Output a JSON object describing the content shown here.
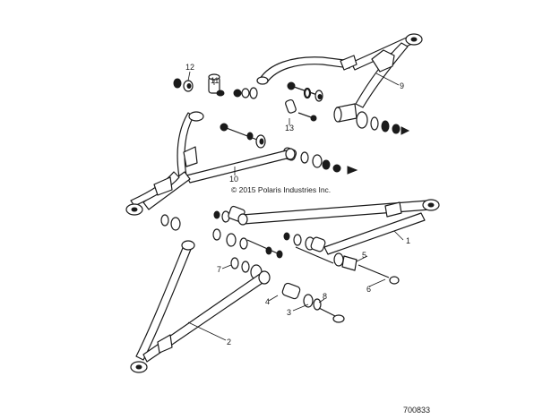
{
  "diagram": {
    "copyright": "© 2015 Polaris Industries Inc.",
    "document_number": "700833",
    "callouts": {
      "c1": "1",
      "c2": "2",
      "c3": "3",
      "c4": "4",
      "c5": "5",
      "c6": "6",
      "c7": "7",
      "c8": "8",
      "c9": "9",
      "c10": "10",
      "c11": "11",
      "c12": "12",
      "c13": "13"
    }
  }
}
